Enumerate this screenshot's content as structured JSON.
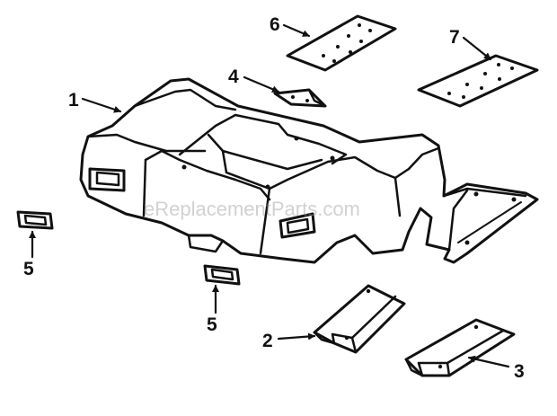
{
  "watermark": "eReplacementParts.com",
  "callouts": [
    {
      "id": "1",
      "label": "1"
    },
    {
      "id": "2",
      "label": "2"
    },
    {
      "id": "3",
      "label": "3"
    },
    {
      "id": "4",
      "label": "4"
    },
    {
      "id": "5a",
      "label": "5"
    },
    {
      "id": "5b",
      "label": "5"
    },
    {
      "id": "6",
      "label": "6"
    },
    {
      "id": "7",
      "label": "7"
    }
  ],
  "colors": {
    "line": "#111111",
    "background": "#ffffff",
    "watermark": "#9a9a9a"
  }
}
